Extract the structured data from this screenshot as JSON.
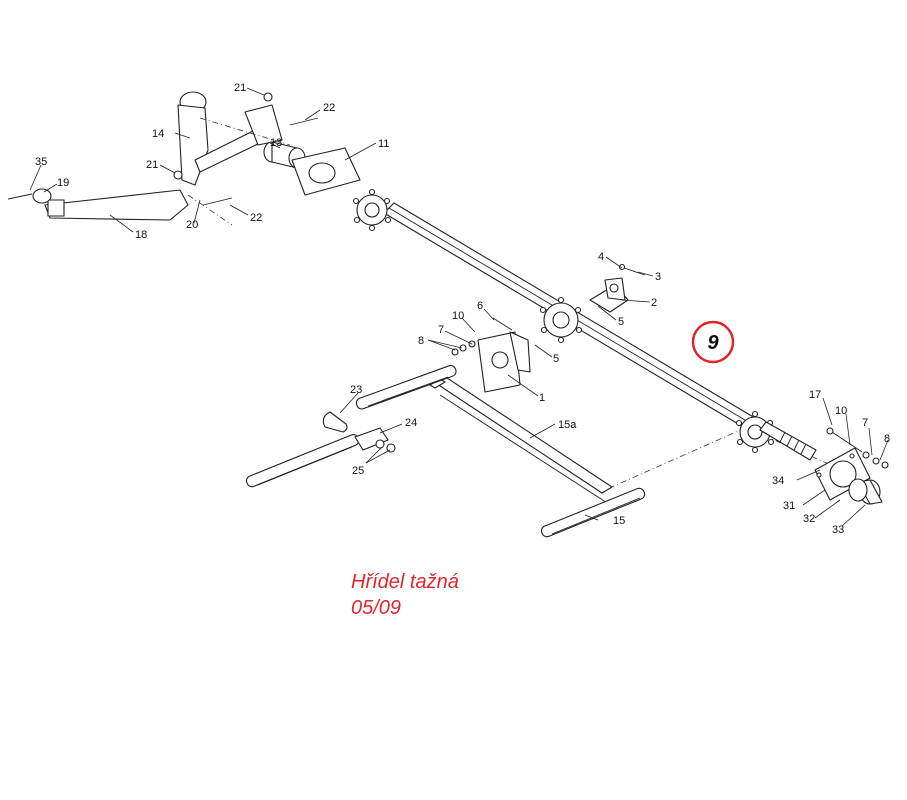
{
  "caption": {
    "title": "Hřídel tažná",
    "date": "05/09",
    "color": "#e0262c"
  },
  "callout": {
    "number": "9",
    "color": "#e0262c"
  },
  "part_labels": [
    "1",
    "2",
    "3",
    "4",
    "5",
    "5",
    "6",
    "7",
    "7",
    "8",
    "8",
    "10",
    "10",
    "11",
    "13",
    "14",
    "15",
    "15a",
    "17",
    "18",
    "19",
    "20",
    "21",
    "21",
    "22",
    "22",
    "23",
    "24",
    "25",
    "31",
    "32",
    "33",
    "34",
    "35"
  ]
}
